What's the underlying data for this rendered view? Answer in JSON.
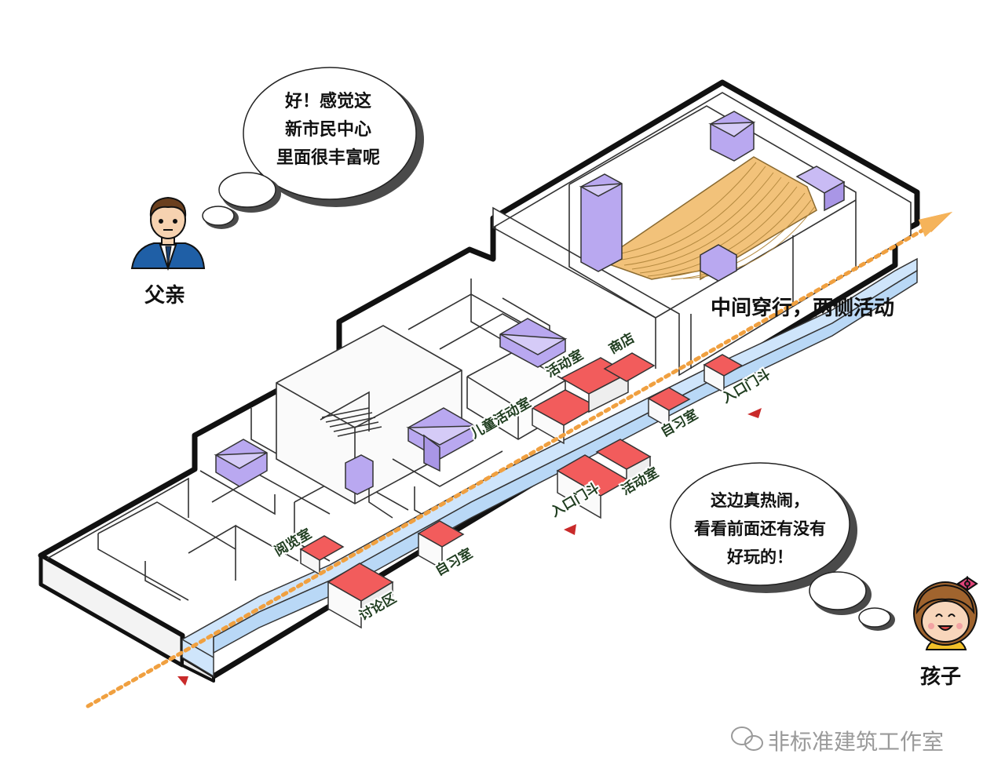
{
  "father": {
    "speech_lines": [
      "好！感觉这",
      "新市民中心",
      "里面很丰富呢"
    ],
    "label": "父亲"
  },
  "child": {
    "speech_lines": [
      "这边真热闹，",
      "看看前面还有没有",
      "好玩的！"
    ],
    "label": "孩子"
  },
  "headline": "中间穿行，两侧活动",
  "rooms": {
    "reading": "阅览室",
    "discussion": "讨论区",
    "study_1": "自习室",
    "entrance_1": "入口门斗",
    "activity_1": "活动室",
    "study_2": "自习室",
    "entrance_2": "入口门斗",
    "kids_activity": "儿童活动室",
    "activity_2": "活动室",
    "shop": "商店"
  },
  "watermark": "非标准建筑工作室",
  "colors": {
    "path": "#f0a040",
    "arrow": "#f0a040",
    "room_red": "#f25c5c",
    "room_purple": "#b9a8f0",
    "corridor_blue": "#cfe5fb",
    "auditorium": "#f2c27a",
    "outline": "#111111"
  },
  "icons": {
    "direction_marker": "red-triangle-icon",
    "wechat": "wechat-icon"
  }
}
